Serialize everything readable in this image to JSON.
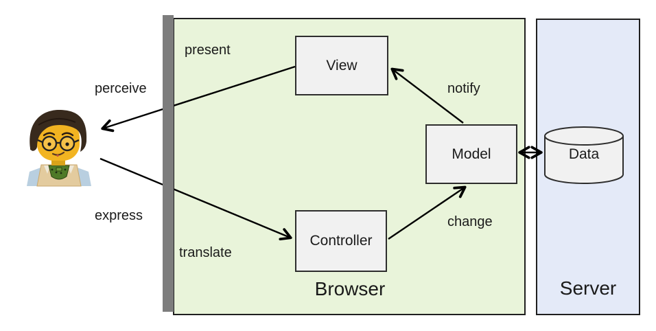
{
  "containers": {
    "browser": "Browser",
    "server": "Server"
  },
  "nodes": {
    "view": "View",
    "model": "Model",
    "controller": "Controller",
    "data": "Data"
  },
  "labels": {
    "present": "present",
    "perceive": "perceive",
    "notify": "notify",
    "express": "express",
    "translate": "translate",
    "change": "change"
  },
  "colors": {
    "browser_fill": "#e9f4da",
    "server_fill": "#e4eaf8",
    "container_border": "#1f1f1f",
    "node_fill": "#f1f1f1",
    "node_border": "#2d2d2d",
    "divider_gray": "#7d7d7d",
    "arrow": "#000000",
    "text": "#1a1a1a"
  }
}
